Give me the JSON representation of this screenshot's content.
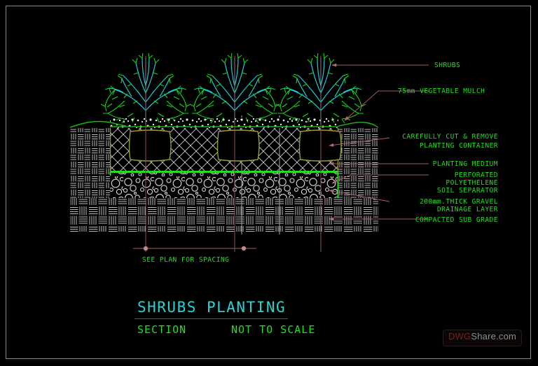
{
  "drawing": {
    "title": "SHRUBS PLANTING",
    "section_label": "SECTION",
    "scale_note": "NOT TO SCALE",
    "spacing_note": "SEE PLAN FOR SPACING"
  },
  "callouts": [
    {
      "id": "shrubs",
      "text": "SHRUBS"
    },
    {
      "id": "mulch",
      "text": "75mm VEGETABLE MULCH"
    },
    {
      "id": "container-1",
      "text": "CAREFULLY CUT & REMOVE"
    },
    {
      "id": "container-2",
      "text": "PLANTING CONTAINER"
    },
    {
      "id": "medium",
      "text": "PLANTING MEDIUM"
    },
    {
      "id": "separator-1",
      "text": "PERFORATED"
    },
    {
      "id": "separator-2",
      "text": "POLYETHELENE"
    },
    {
      "id": "separator-3",
      "text": "SOIL SEPARATOR"
    },
    {
      "id": "gravel-1",
      "text": "200mm.THICK GRAVEL"
    },
    {
      "id": "gravel-2",
      "text": "DRAINAGE LAYER"
    },
    {
      "id": "subgrade",
      "text": "COMPACTED SUB GRADE"
    }
  ],
  "watermark": {
    "prefix": "DWG",
    "suffix": "Share.com"
  },
  "colors": {
    "background": "#000000",
    "border": "#8a8a8a",
    "text_green": "#20e020",
    "title_cyan": "#2ad3d3",
    "leader_red": "#a85c5c",
    "rule_red": "#a03a3a",
    "hatch_white": "#c8c8c8",
    "separator_green": "#22dd22",
    "container_olive": "#9a9a30",
    "branch_cyan": "#20c8d8",
    "leaf_green": "#18d818"
  }
}
